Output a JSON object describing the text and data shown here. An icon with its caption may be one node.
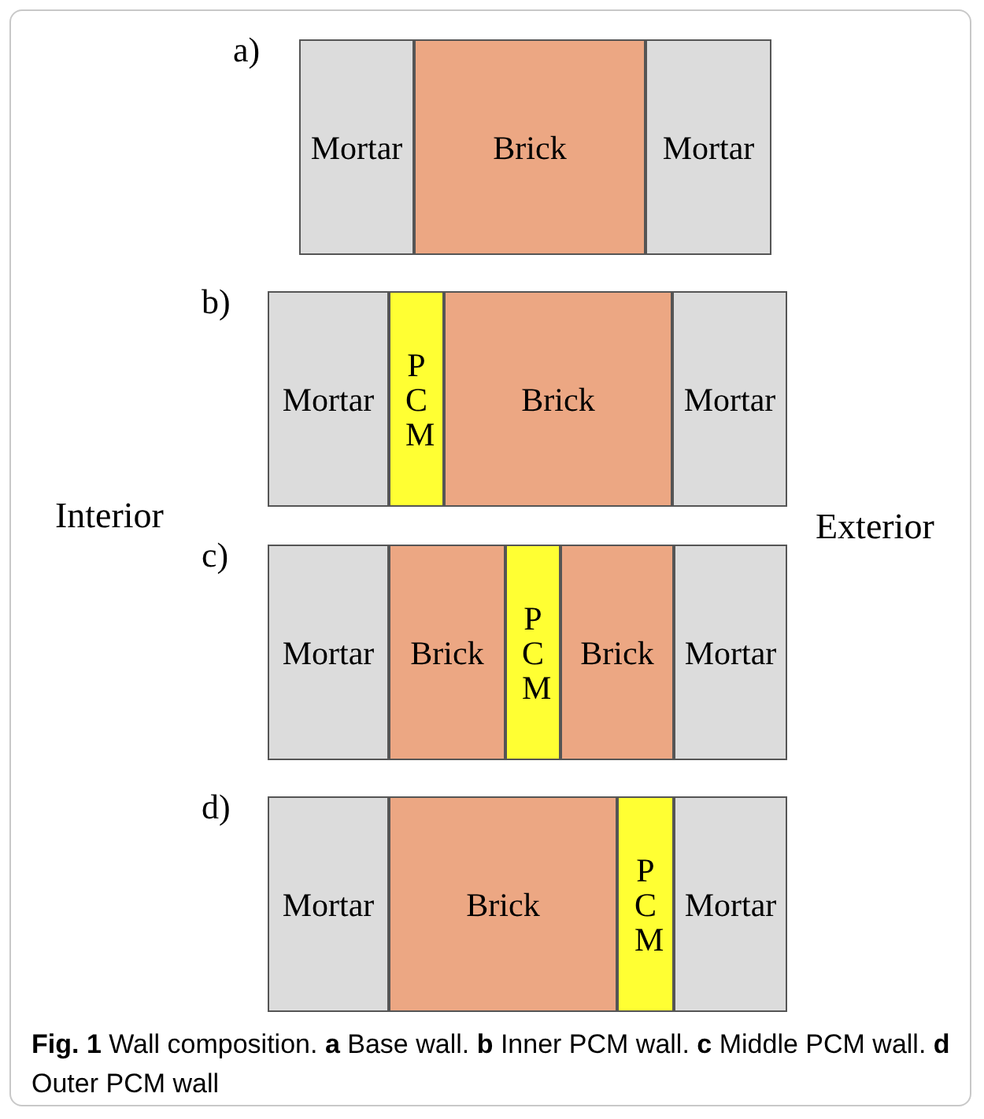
{
  "diagram": {
    "caption": "**Fig. 1** Wall composition. **a** Base wall. **b** Inner PCM wall. **c** Middle PCM wall. **d** Outer PCM wall",
    "nodes": [
      {
        "text": [
          "a)"
        ]
      },
      {
        "text": [
          "Mortar"
        ],
        "in": 0
      },
      {
        "text": [
          "Brick"
        ],
        "in": 0
      },
      {
        "text": [
          "Mortar"
        ],
        "in": 0
      },
      {
        "text": [
          "b)"
        ]
      },
      {
        "text": [
          "Mortar"
        ],
        "in": 4
      },
      {
        "text": [
          "PCM"
        ],
        "in": 4
      },
      {
        "text": [
          "Brick"
        ],
        "in": 4
      },
      {
        "text": [
          "Mortar"
        ],
        "in": 4
      },
      {
        "text": [
          "c)"
        ]
      },
      {
        "text": [
          "Mortar"
        ],
        "in": 9
      },
      {
        "text": [
          "Brick"
        ],
        "in": 9
      },
      {
        "text": [
          "PCM"
        ],
        "in": 9
      },
      {
        "text": [
          "Brick"
        ],
        "in": 9
      },
      {
        "text": [
          "Mortar"
        ],
        "in": 9
      },
      {
        "text": [
          "d)"
        ]
      },
      {
        "text": [
          "Mortar"
        ],
        "in": 15
      },
      {
        "text": [
          "Brick"
        ],
        "in": 15
      },
      {
        "text": [
          "PCM"
        ],
        "in": 15
      },
      {
        "text": [
          "Mortar"
        ],
        "in": 15
      }
    ],
    "edges": [],
    "labels": [
      "Interior",
      "Exterior"
    ]
  }
}
